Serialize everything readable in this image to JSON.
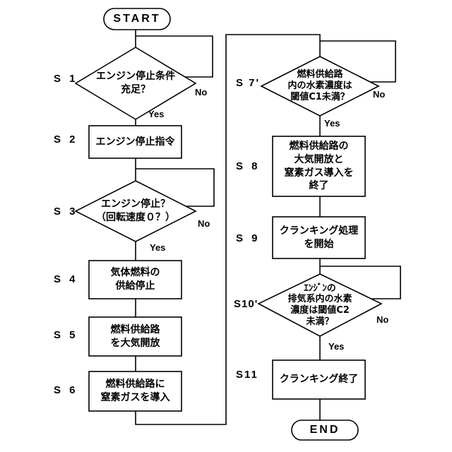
{
  "start": "START",
  "end": "END",
  "steps": {
    "s1": "S 1",
    "s2": "S 2",
    "s3": "S 3",
    "s4": "S 4",
    "s5": "S 5",
    "s6": "S 6",
    "s7": "S 7'",
    "s8": "S 8",
    "s9": "S 9",
    "s10": "S10'",
    "s11": "S11"
  },
  "nodes": {
    "s1": [
      "エンジン停止条件",
      "充足？"
    ],
    "s2": [
      "エンジン停止指令"
    ],
    "s3": [
      "エンジン停止？",
      "（回転速度０？）"
    ],
    "s4": [
      "気体燃料の",
      "供給停止"
    ],
    "s5": [
      "燃料供給路",
      "を大気開放"
    ],
    "s6": [
      "燃料供給路に",
      "窒素ガスを導入"
    ],
    "s7": [
      "燃料供給路",
      "内の水素濃度は",
      "閾値C1未満？"
    ],
    "s8": [
      "燃料供給路の",
      "大気開放と",
      "窒素ガス導入を",
      "終了"
    ],
    "s9": [
      "クランキング処理",
      "を開始"
    ],
    "s10": [
      "ｴﾝｼﾞﾝの",
      "排気系内の水素",
      "濃度は閾値C2",
      "未満？"
    ],
    "s11": [
      "クランキング終了"
    ]
  },
  "answers": {
    "s1_yes": "Yes",
    "s1_no": "No",
    "s3_yes": "Yes",
    "s3_no": "No",
    "s7_yes": "Yes",
    "s7_no": "No",
    "s10_yes": "Yes",
    "s10_no": "No"
  }
}
